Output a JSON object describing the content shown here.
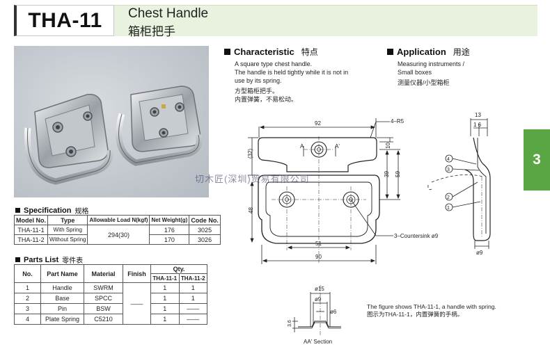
{
  "header": {
    "model": "THA-11",
    "title_en": "Chest Handle",
    "title_cn": "箱柜把手"
  },
  "characteristic": {
    "title_en": "Characteristic",
    "title_cn": "特点",
    "line1": "A square type chest handle.",
    "line2": "The handle is held tightly while it is not in",
    "line3": "use by its spring.",
    "cn_line1": "方型箱柜把手。",
    "cn_line2": "内置弹簧，不易松动。"
  },
  "application": {
    "title_en": "Application",
    "title_cn": "用途",
    "line1": "Measuring instruments /",
    "line2": "Small boxes",
    "cn_line": "测量仪器/小型箱柜"
  },
  "specification": {
    "title_en": "Specification",
    "title_cn": "规格",
    "headers": [
      "Model No.",
      "Type",
      "Allowable Load N(kgf)",
      "Net Weight(g)",
      "Code No."
    ],
    "rows": [
      {
        "model": "THA-11-1",
        "type": "With Spring",
        "weight": "176",
        "code": "3025"
      },
      {
        "model": "THA-11-2",
        "type": "Without Spring",
        "weight": "170",
        "code": "3026"
      }
    ],
    "load": "294(30)"
  },
  "parts": {
    "title_en": "Parts List",
    "title_cn": "零件表",
    "headers": {
      "no": "No.",
      "name": "Part Name",
      "material": "Material",
      "finish": "Finish",
      "qty": "Qty.",
      "qty1": "THA-11-1",
      "qty2": "THA-11-2"
    },
    "rows": [
      {
        "no": "1",
        "name": "Handle",
        "material": "SWRM",
        "q1": "1",
        "q2": "1"
      },
      {
        "no": "2",
        "name": "Base",
        "material": "SPCC",
        "q1": "1",
        "q2": "1"
      },
      {
        "no": "3",
        "name": "Pin",
        "material": "BSW",
        "q1": "1",
        "q2": "——"
      },
      {
        "no": "4",
        "name": "Plate Spring",
        "material": "C5210",
        "q1": "1",
        "q2": "——"
      }
    ],
    "finish_dash": "——"
  },
  "drawing": {
    "d92": "92",
    "r5": "4–R5",
    "d10": "10",
    "d32": "(32)",
    "d39": "39",
    "d59": "59",
    "d48": "48",
    "d51": "51",
    "d90": "90",
    "countersink": "3–Countersink ø9",
    "label_a": "A",
    "label_a2": "A'",
    "d13": "13",
    "d16": "1 6",
    "phi9": "ø9",
    "c1": "1",
    "c2": "2",
    "c3": "3",
    "c4": "4",
    "d15": "ø15",
    "d9s": "ø9",
    "d6": "ø6",
    "d36": "3.6",
    "section": "AA' Section"
  },
  "note": {
    "en": "The figure shows THA-11-1, a handle with spring.",
    "cn": "图示为THA-11-1，内置弹簧的手柄。"
  },
  "side_tab": "3",
  "watermark": "切木匠(深圳)贸易有限公司"
}
